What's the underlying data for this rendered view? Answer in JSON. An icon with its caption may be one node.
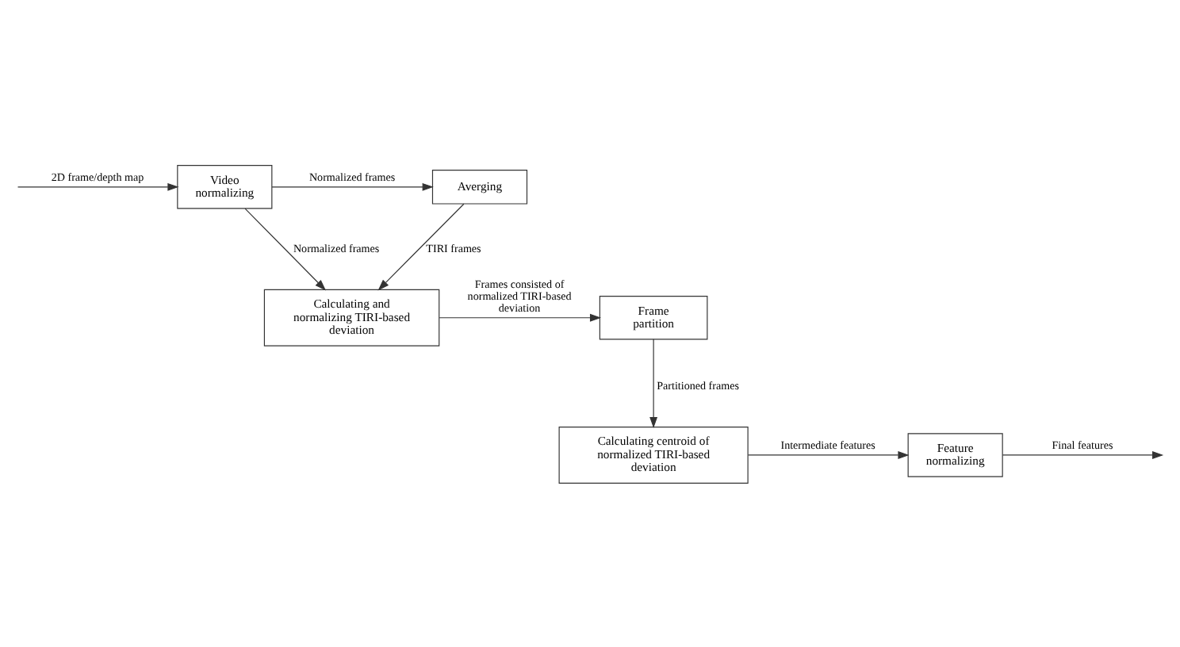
{
  "diagram": {
    "nodes": [
      {
        "text": [
          "Video normalizing"
        ]
      },
      {
        "text": [
          "Averging"
        ]
      },
      {
        "text": [
          "Calculating and normalizing TIRI-based deviation"
        ]
      },
      {
        "text": [
          "Frame partition"
        ]
      },
      {
        "text": [
          "Calculating centroid of normalized TIRI-based deviation"
        ]
      },
      {
        "text": [
          "Feature normalizing"
        ]
      }
    ],
    "edges": [
      {
        "from": null,
        "to": 0,
        "arrow": "to",
        "label": "2D frame/depth map"
      },
      {
        "from": 0,
        "to": 1,
        "arrow": "to",
        "label": "Normalized frames"
      },
      {
        "from": 0,
        "to": 2,
        "arrow": "to",
        "label": "Normalized frames"
      },
      {
        "from": 1,
        "to": 2,
        "arrow": "to",
        "label": "TIRI frames"
      },
      {
        "from": 2,
        "to": 3,
        "arrow": "to",
        "label": "Frames consisted of normalized TIRI-based deviation"
      },
      {
        "from": 3,
        "to": 4,
        "arrow": "to",
        "label": "Partitioned frames"
      },
      {
        "from": 4,
        "to": 5,
        "arrow": "to",
        "label": "Intermediate features"
      },
      {
        "from": 5,
        "to": null,
        "arrow": "to",
        "label": "Final features"
      }
    ]
  }
}
